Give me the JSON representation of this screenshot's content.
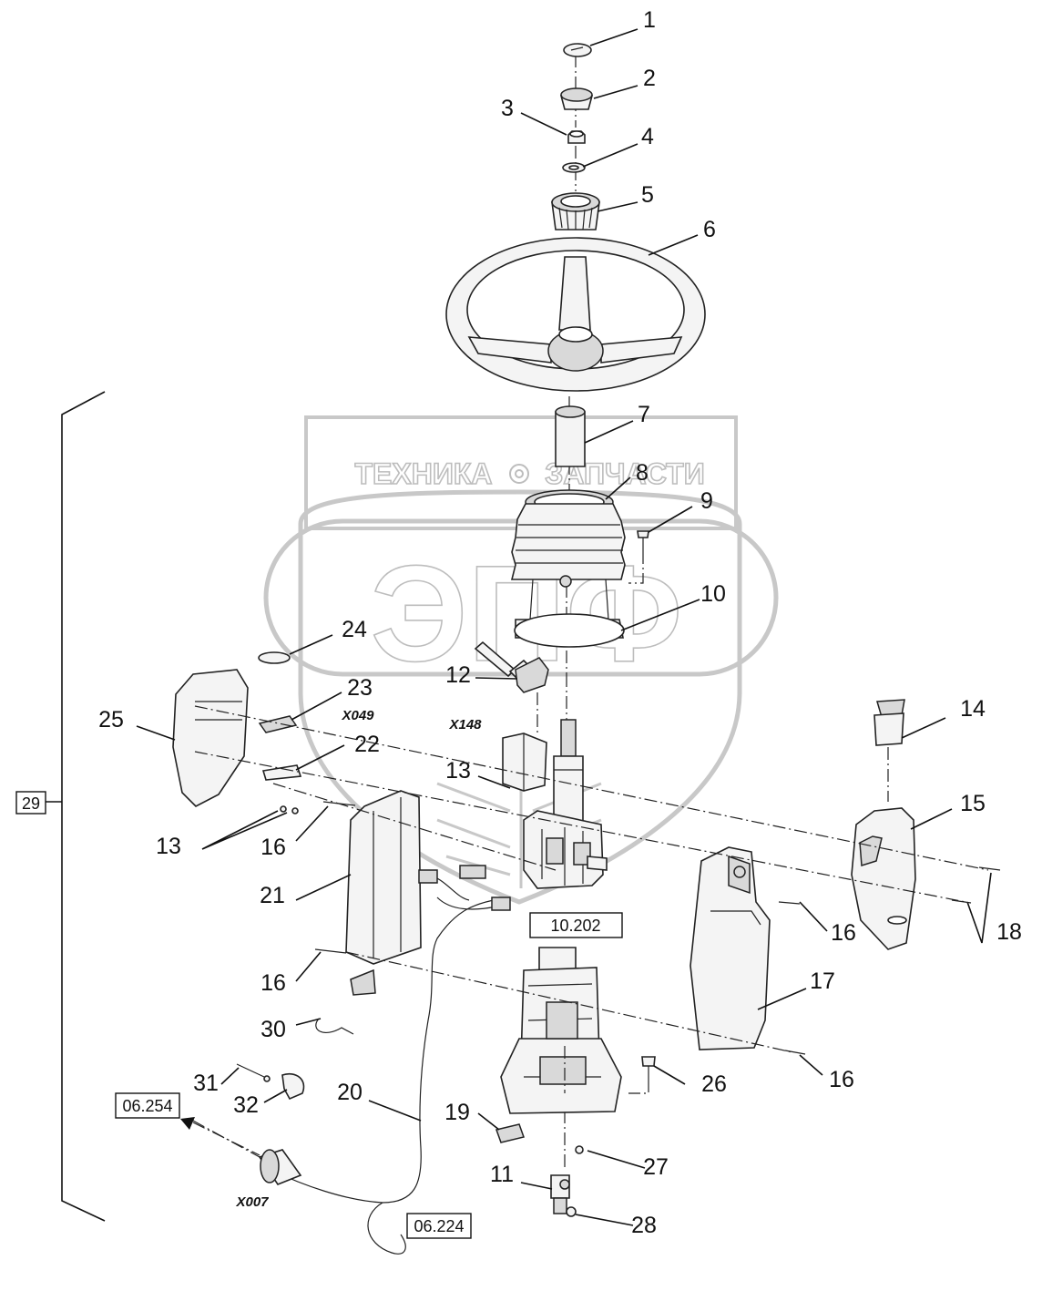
{
  "watermark": {
    "left_word": "ТЕХНИКА",
    "right_word": "ЗАПЧАСТИ",
    "logo_letters": "ЭПФ"
  },
  "callouts": [
    "1",
    "2",
    "3",
    "4",
    "5",
    "6",
    "7",
    "8",
    "9",
    "10",
    "11",
    "12",
    "13",
    "13",
    "13",
    "14",
    "15",
    "16",
    "16",
    "16",
    "16",
    "17",
    "18",
    "19",
    "20",
    "21",
    "22",
    "23",
    "24",
    "25",
    "26",
    "27",
    "28",
    "30",
    "31",
    "32"
  ],
  "connectors": {
    "x049": "X049",
    "x148": "X148",
    "x007": "X007"
  },
  "references": {
    "group": "29",
    "column": "10.202",
    "harness_end": "06.254",
    "harness_mid": "06.224"
  }
}
